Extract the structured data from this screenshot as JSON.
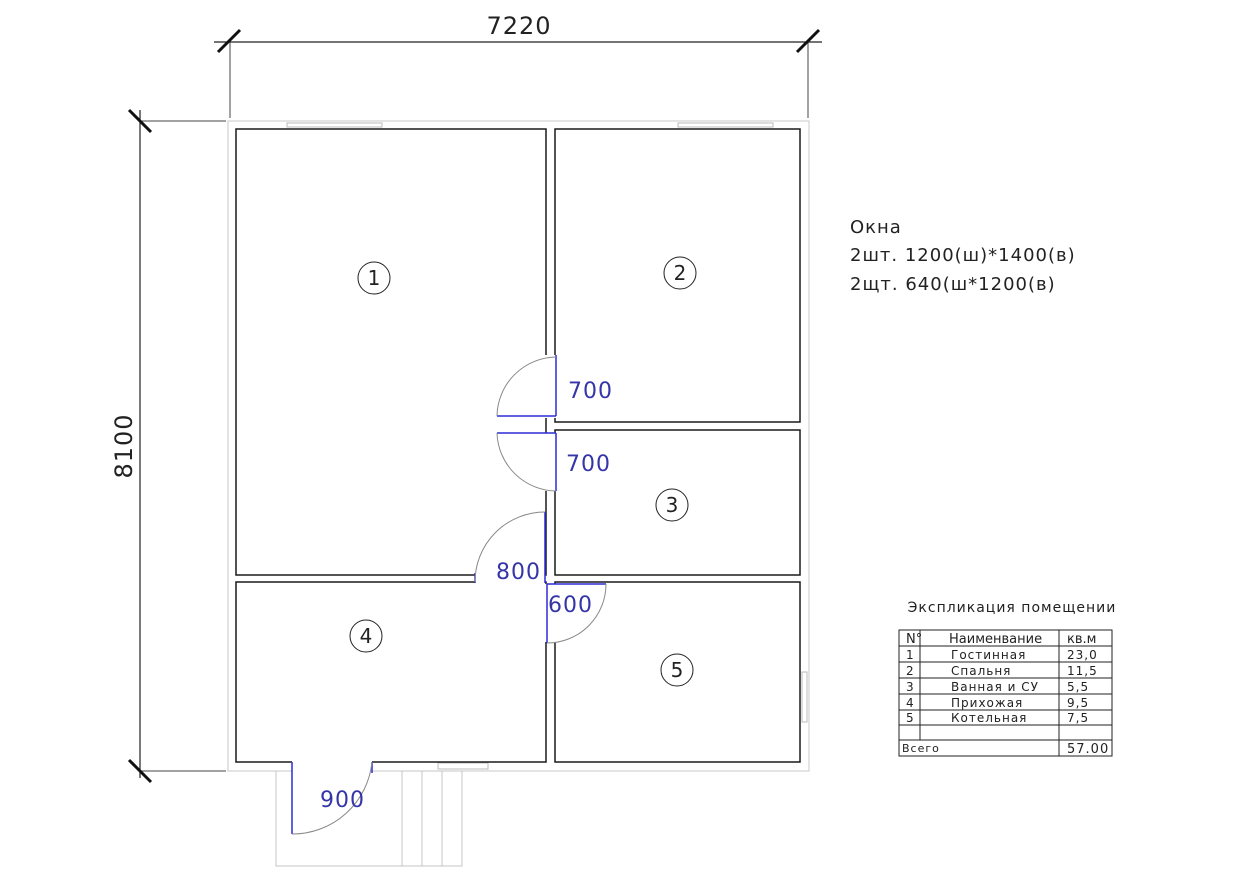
{
  "dimensions": {
    "width_label": "7220",
    "height_label": "8100"
  },
  "rooms": [
    {
      "number": "1"
    },
    {
      "number": "2"
    },
    {
      "number": "3"
    },
    {
      "number": "4"
    },
    {
      "number": "5"
    }
  ],
  "doors": [
    {
      "width": "700"
    },
    {
      "width": "700"
    },
    {
      "width": "800"
    },
    {
      "width": "600"
    },
    {
      "width": "900"
    }
  ],
  "windows_note": {
    "title": "Окна",
    "line1": "2шт. 1200(ш)*1400(в)",
    "line2": "2щт. 640(ш*1200(в)"
  },
  "explication": {
    "title": "Экспликация помещении",
    "headers": [
      "N°",
      "Наименвание",
      "кв.м"
    ],
    "rows": [
      {
        "num": "1",
        "name": "Гостинная",
        "area": "23,0"
      },
      {
        "num": "2",
        "name": "Спальня",
        "area": "11,5"
      },
      {
        "num": "3",
        "name": "Ванная и СУ",
        "area": "5,5"
      },
      {
        "num": "4",
        "name": "Прихожая",
        "area": "9,5"
      },
      {
        "num": "5",
        "name": "Котельная",
        "area": "7,5"
      }
    ],
    "total_label": "Всего",
    "total_value": "57.00"
  },
  "colors": {
    "wall": "#1a1a1a",
    "door": "#2b2bd6",
    "thin": "#bdbdbd"
  }
}
